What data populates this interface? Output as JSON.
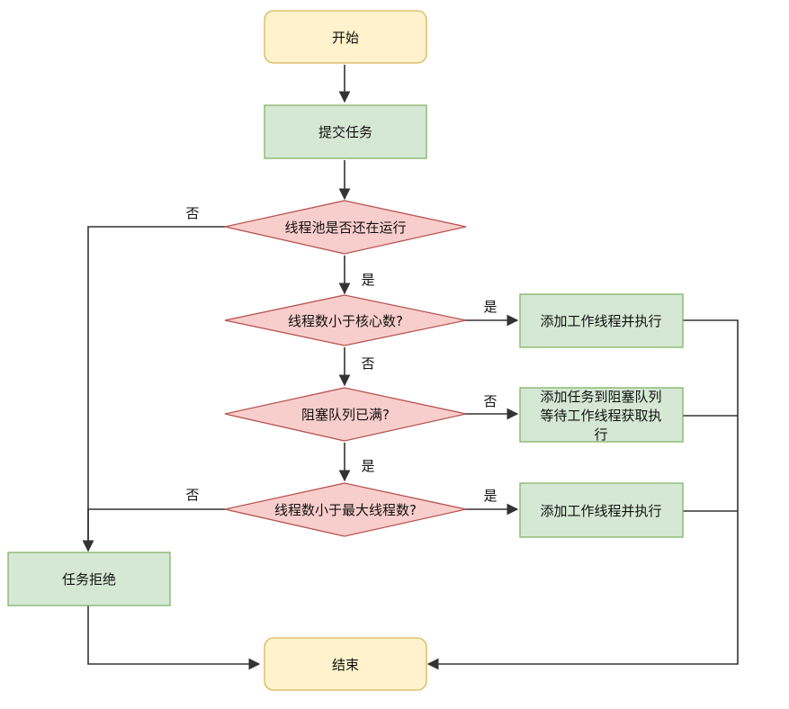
{
  "nodes": {
    "start": "开始",
    "submit": "提交任务",
    "pool_running": "线程池是否还在运行",
    "less_core": "线程数小于核心数?",
    "add_worker_1": "添加工作线程并执行",
    "queue_full": "阻塞队列已满?",
    "enqueue": [
      "添加任务到阻塞队列",
      "等待工作线程获取执",
      "行"
    ],
    "less_max": "线程数小于最大线程数?",
    "add_worker_2": "添加工作线程并执行",
    "reject": "任务拒绝",
    "end": "结束"
  },
  "labels": {
    "no_pool": "否",
    "yes_pool": "是",
    "yes_core": "是",
    "no_core": "否",
    "no_queue": "否",
    "yes_queue": "是",
    "no_max": "否",
    "yes_max": "是"
  },
  "colors": {
    "terminal_fill": "#fff2cc",
    "terminal_stroke": "#d6b656",
    "process_fill": "#d5e8d4",
    "process_stroke": "#82b366",
    "decision_fill": "#f8cecc",
    "decision_stroke": "#b85450",
    "edge": "#333333"
  }
}
